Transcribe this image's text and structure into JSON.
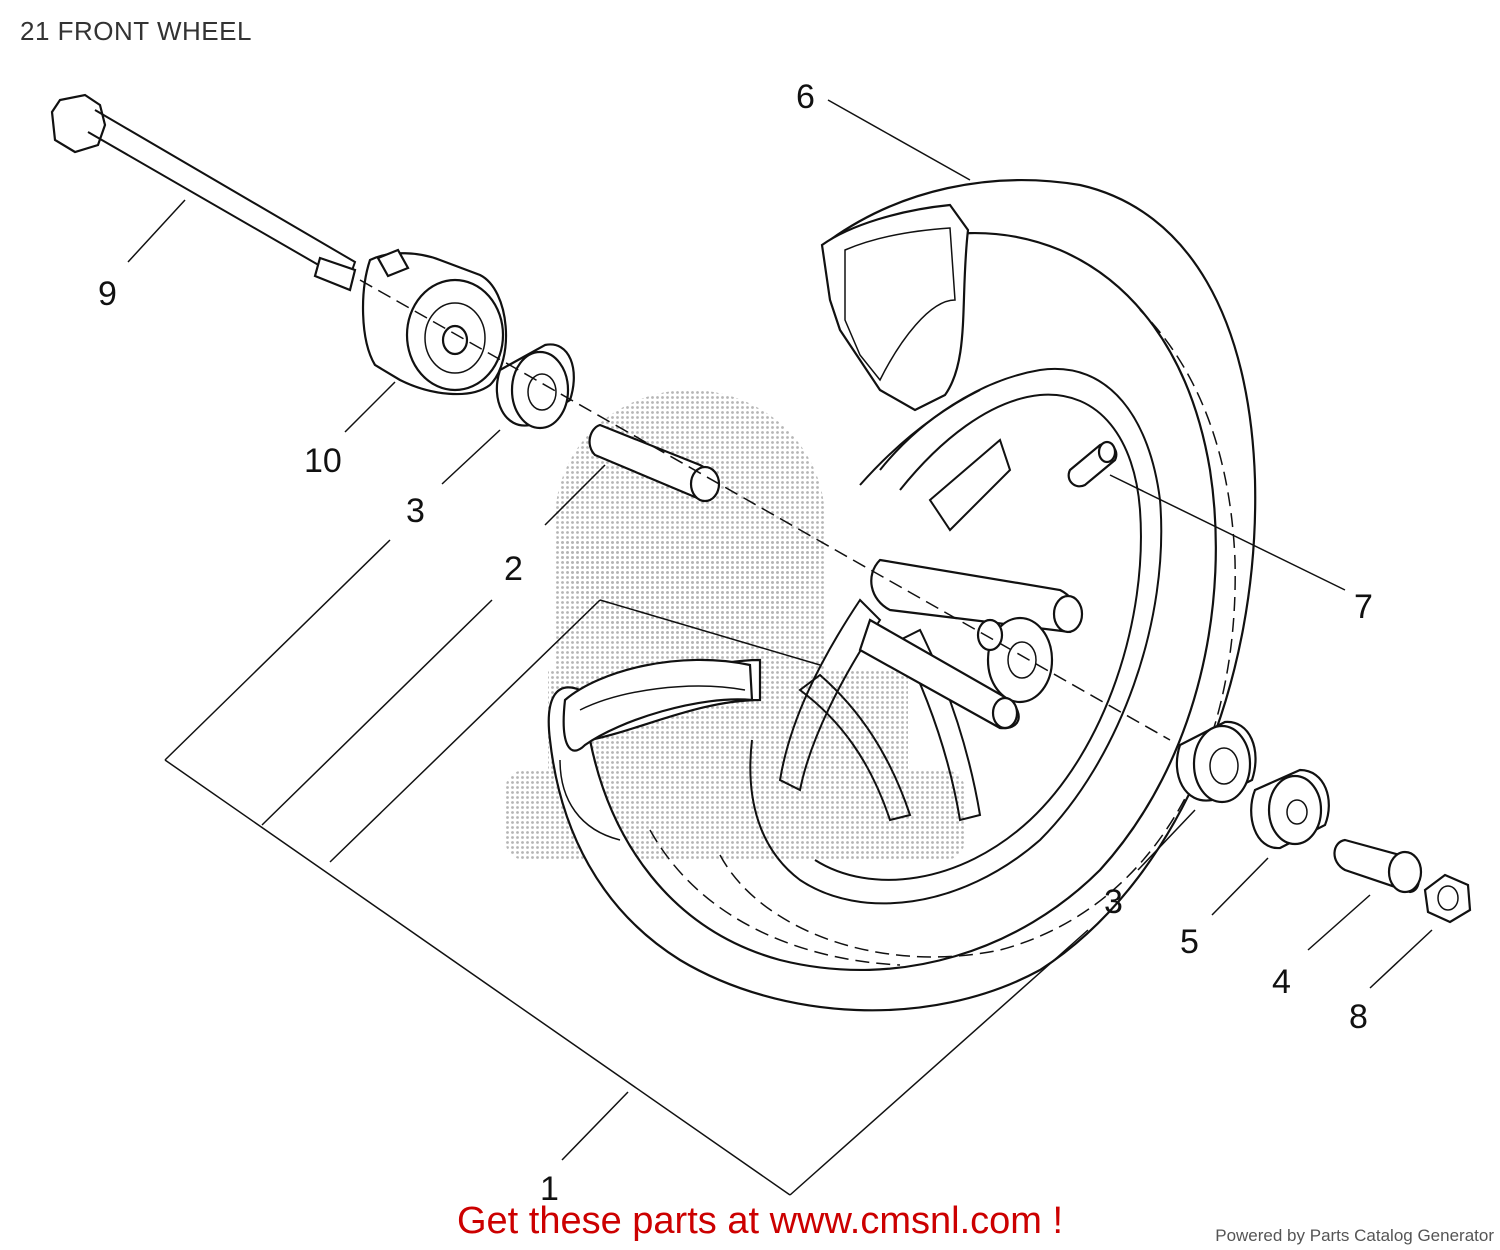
{
  "title": "21 FRONT WHEEL",
  "callouts": {
    "c1": "1",
    "c2": "2",
    "c3a": "3",
    "c3b": "3",
    "c4": "4",
    "c5": "5",
    "c6": "6",
    "c7": "7",
    "c8": "8",
    "c9": "9",
    "c10": "10"
  },
  "cta": "Get these parts at www.cmsnl.com !",
  "powered_by": "Powered by Parts Catalog Generator",
  "colors": {
    "cta": "#cc0000",
    "lines": "#111111",
    "background": "#ffffff"
  }
}
